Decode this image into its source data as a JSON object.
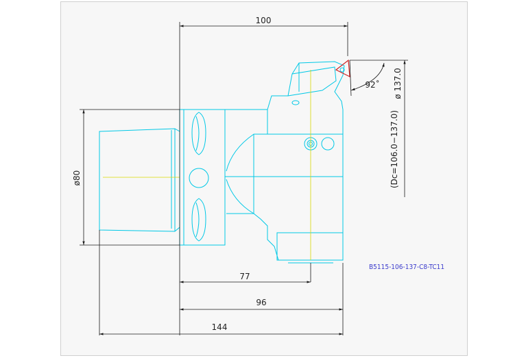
{
  "drawing": {
    "part_code": "B5115-106-137-C8-TC11",
    "dims": {
      "overall_length": "144",
      "body_length": "96",
      "hole_offset": "77",
      "insert_reach": "100",
      "shank_diameter": "ø80",
      "cutting_diameter": "ø 137.0",
      "diameter_range": "(Dc=106.0−137.0)",
      "lead_angle": "92˚"
    },
    "colors": {
      "outline": "#00c8e6",
      "centerline": "#d8d800",
      "dimension": "#1a1a1a",
      "insert": "#cc2222",
      "code": "#3a3acc"
    }
  }
}
